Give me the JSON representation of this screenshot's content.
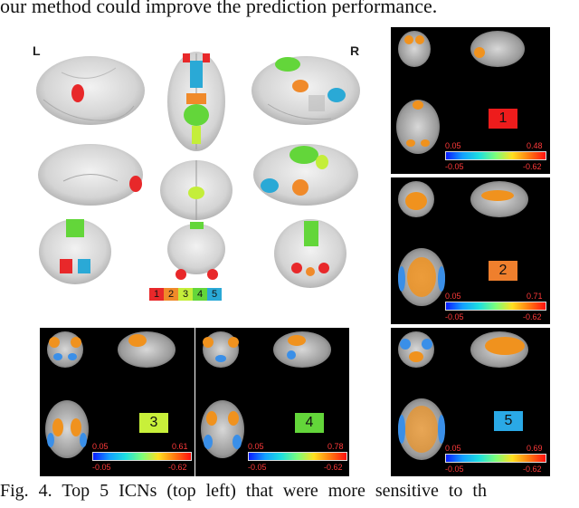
{
  "top_text": "our method could improve the prediction performance.",
  "caption": "Fig. 4. Top 5 ICNs (top left) that were more sensitive to th",
  "hemisphere_labels": {
    "left": "L",
    "right": "R"
  },
  "legend": [
    {
      "label": "1",
      "color": "#e8282a"
    },
    {
      "label": "2",
      "color": "#f08a2a"
    },
    {
      "label": "3",
      "color": "#c4ee3a"
    },
    {
      "label": "4",
      "color": "#63d63a"
    },
    {
      "label": "5",
      "color": "#2aa9d6"
    }
  ],
  "panels": [
    {
      "id": "1",
      "badge_color": "#ee1c1c",
      "pos_min": "0.05",
      "pos_max": "0.48",
      "neg_min": "-0.05",
      "neg_max": "-0.62"
    },
    {
      "id": "2",
      "badge_color": "#ef7f2d",
      "pos_min": "0.05",
      "pos_max": "0.71",
      "neg_min": "-0.05",
      "neg_max": "-0.62"
    },
    {
      "id": "3",
      "badge_color": "#c8f03a",
      "pos_min": "0.05",
      "pos_max": "0.61",
      "neg_min": "-0.05",
      "neg_max": "-0.62"
    },
    {
      "id": "4",
      "badge_color": "#63d63a",
      "pos_min": "0.05",
      "pos_max": "0.78",
      "neg_min": "-0.05",
      "neg_max": "-0.62"
    },
    {
      "id": "5",
      "badge_color": "#2aa9e6",
      "pos_min": "0.05",
      "pos_max": "0.69",
      "neg_min": "-0.05",
      "neg_max": "-0.62"
    }
  ]
}
